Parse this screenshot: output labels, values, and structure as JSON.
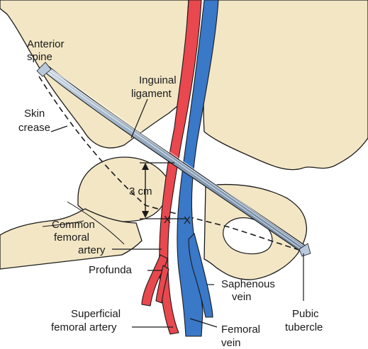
{
  "labels": {
    "anterior_spine": [
      "Anterior",
      "spine"
    ],
    "inguinal_ligament": [
      "Inguinal",
      "ligament"
    ],
    "skin_crease": [
      "Skin",
      "crease"
    ],
    "measurement": "3 cm",
    "common_femoral_artery": [
      "Common",
      "femoral",
      "artery"
    ],
    "profunda": "Profunda",
    "saphenous_vein": [
      "Saphenous",
      "vein"
    ],
    "superficial_femoral_artery": [
      "Superficial",
      "femoral artery"
    ],
    "femoral_vein": [
      "Femoral",
      "vein"
    ],
    "pubic_tubercle": [
      "Pubic",
      "tubercle"
    ],
    "mark_1": "X",
    "mark_2": "X"
  },
  "colors": {
    "bone": "#f2e6c5",
    "artery": "#e8484e",
    "vein": "#3a78c8",
    "ligament": "#9fb3c8"
  }
}
